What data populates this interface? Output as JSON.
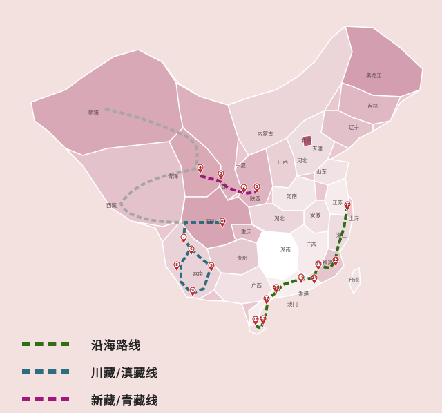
{
  "regions": {
    "xinjiang": "新疆",
    "xizang": "西藏",
    "qinghai": "青海",
    "neimenggu": "内蒙古",
    "heilongjiang": "黑龙江",
    "jilin": "吉林",
    "liaoning": "辽宁",
    "beijing": "北京",
    "tianjin": "天津",
    "hebei": "河北",
    "shanxi": "山西",
    "shandong": "山东",
    "ningxia": "宁夏",
    "gansu": "甘",
    "shaanxi": "陕西",
    "henan": "河南",
    "jiangsu": "江苏",
    "anhui": "安徽",
    "shanghai": "上海",
    "hubei": "湖北",
    "sichuan": "四川",
    "chongqing": "重庆",
    "zhejiang": "浙江",
    "guizhou": "贵州",
    "hunan": "湖南",
    "jiangxi": "江西",
    "fujian": "福建",
    "yunnan": "云南",
    "guangxi": "广西",
    "taiwan": "台湾",
    "hongkong": "香港",
    "macau": "澳门"
  },
  "markers": [
    "1",
    "2",
    "3",
    "4",
    "5",
    "6",
    "7",
    "8",
    "9",
    "10",
    "11",
    "12",
    "13",
    "14",
    "15",
    "16",
    "17",
    "18",
    "19"
  ],
  "legend": [
    {
      "label": "沿海路线",
      "color": "#2f6e12"
    },
    {
      "label": "川藏/滇藏线",
      "color": "#2d6e7e"
    },
    {
      "label": "新藏/青藏线",
      "color": "#a2177e"
    }
  ],
  "colors": {
    "background": "#f3e1e0",
    "coastal_route": "#2f6e12",
    "sichuan_tibet_route": "#2d6e7e",
    "xinjiang_tibet_route": "#a2177e",
    "gray_route": "#a9a5a4"
  }
}
